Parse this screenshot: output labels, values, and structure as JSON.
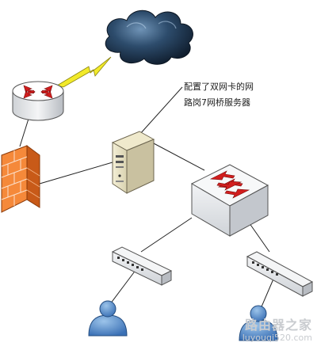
{
  "annotation": {
    "line1": "配置了双网卡的网",
    "line2": "路岗7网桥服务器"
  },
  "watermark": {
    "name": "路由器之家",
    "url": "luyouqi520.com"
  },
  "nodes": [
    {
      "name": "internet-cloud",
      "kind": "cloud"
    },
    {
      "name": "router",
      "kind": "router"
    },
    {
      "name": "firewall",
      "kind": "firewall"
    },
    {
      "name": "bridge-server",
      "kind": "server"
    },
    {
      "name": "core-switch",
      "kind": "switch"
    },
    {
      "name": "access-switch-left",
      "kind": "hub"
    },
    {
      "name": "access-switch-right",
      "kind": "hub"
    },
    {
      "name": "user-left",
      "kind": "user"
    },
    {
      "name": "user-right",
      "kind": "user"
    }
  ],
  "colors": {
    "lightning": "#f2ea2a",
    "arrows": "#d21e1e",
    "firewall": "#f07a2a",
    "cloud": "#1e3550"
  }
}
